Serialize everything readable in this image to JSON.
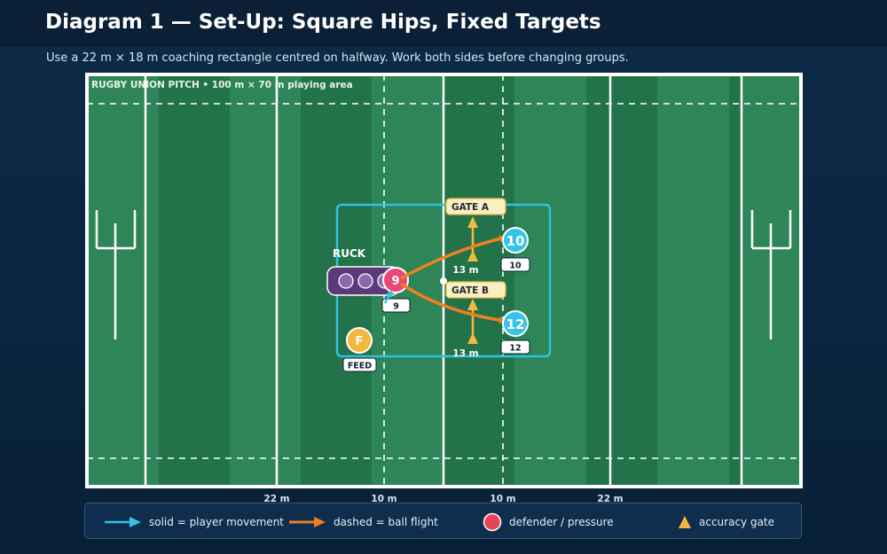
{
  "header": {
    "title": "Diagram 1 — Set-Up: Square Hips, Fixed Targets",
    "subtitle": "Use a 22 m × 18 m coaching rectangle centred on halfway. Work both sides before changing groups."
  },
  "pitch": {
    "label": "RUGBY UNION PITCH • 100 m × 70 m playing area",
    "markings": {
      "left_22": "22 m",
      "left_10": "10 m",
      "right_10": "10 m",
      "right_22": "22 m"
    }
  },
  "drill": {
    "ruck_label": "RUCK",
    "scrum_half": {
      "number": "9",
      "tag": "9"
    },
    "feeder": {
      "letter": "F",
      "tag": "FEED"
    },
    "gate_a": {
      "label": "GATE A",
      "distance": "13 m"
    },
    "gate_b": {
      "label": "GATE B",
      "distance": "13 m"
    },
    "receiver_10": {
      "number": "10",
      "tag": "10"
    },
    "receiver_12": {
      "number": "12",
      "tag": "12"
    }
  },
  "legend": {
    "movement": "solid = player movement",
    "ball_flight": "dashed = ball flight",
    "defender": "defender / pressure",
    "gate": "accuracy gate"
  },
  "colors": {
    "pitch_light": "#2e8558",
    "pitch_dark": "#23734a",
    "movement": "#33c4e8",
    "ball_flight": "#f07f22",
    "defender": "#e64553",
    "gate": "#f2b840",
    "ruck": "#5b3a78",
    "zone": "#2ec3e0"
  }
}
